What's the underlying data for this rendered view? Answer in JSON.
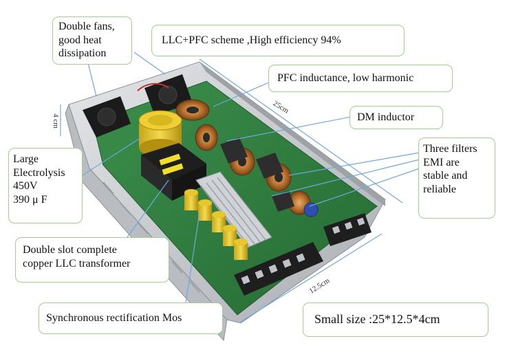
{
  "callouts": {
    "fans": [
      "Double fans,",
      "good heat",
      "dissipation"
    ],
    "scheme": "LLC+PFC scheme ,High efficiency 94%",
    "pfc": "PFC inductance, low harmonic",
    "dm": "DM inductor",
    "filters": [
      "Three filters",
      "EMI are",
      "stable and",
      "reliable"
    ],
    "electrolysis": [
      "Large",
      "Electrolysis",
      "450V",
      "390 μ F"
    ],
    "transformer": [
      "Double slot complete",
      "copper LLC transformer"
    ],
    "mos": "Synchronous rectification Mos",
    "size": "Small size :25*12.5*4cm"
  },
  "dimensions": {
    "length": "25cm",
    "height": "4 cm",
    "width": "12.5cm"
  },
  "colors": {
    "callout_border": "#9fce8f",
    "arrow": "#6fa8dc",
    "pcb": "#2f7a3e",
    "chassis": "#c9ccd0"
  }
}
